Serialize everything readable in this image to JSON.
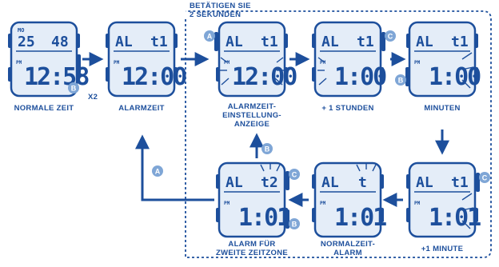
{
  "colors": {
    "blue": "#1d4f9c",
    "light_blue": "#e4edf8",
    "badge": "#7fa6d6",
    "white": "#ffffff"
  },
  "hint": {
    "line1": "BETÄTIGEN SIE",
    "line2": "2 SEKUNDEN"
  },
  "multiplier": "X2",
  "watches": [
    {
      "id": "normal",
      "top": "25",
      "top_right": "48",
      "day": "MO",
      "main": "12:58",
      "pm": "PM",
      "captions": [
        "NORMALE ZEIT"
      ],
      "button": {
        "letter": "B",
        "side": "right"
      }
    },
    {
      "id": "alarm",
      "top": "AL",
      "top_right": "t1",
      "main": "12:00",
      "pm": "PM",
      "captions": [
        "ALARMZEIT"
      ]
    },
    {
      "id": "setting",
      "top": "AL",
      "top_right": "t1",
      "main": "12:00",
      "pm": "PM",
      "captions": [
        "ALARMZEIT-",
        "EINSTELLUNG-",
        "ANZEIGE"
      ],
      "button": {
        "letter": "A",
        "side": "left"
      }
    },
    {
      "id": "hours",
      "top": "AL",
      "top_right": "t1",
      "main": "1:00",
      "pm": "PM",
      "captions": [
        "+ 1 STUNDEN"
      ],
      "button": {
        "letter": "C",
        "side": "right"
      }
    },
    {
      "id": "minutes",
      "top": "AL",
      "top_right": "t1",
      "main": "1:00",
      "pm": "PM",
      "captions": [
        "MINUTEN"
      ],
      "button": {
        "letter": "B",
        "side": "left"
      }
    },
    {
      "id": "plus_minute",
      "top": "AL",
      "top_right": "t1",
      "main": "1:01",
      "pm": "PM",
      "captions": [
        "+1 MINUTE"
      ],
      "button": {
        "letter": "C",
        "side": "right"
      }
    },
    {
      "id": "normal_alarm",
      "top": "AL",
      "top_right": "t",
      "main": "1:01",
      "pm": "PM",
      "captions": [
        "NORMALZEIT-",
        "ALARM"
      ]
    },
    {
      "id": "second_zone",
      "top": "AL",
      "top_right": "t2",
      "main": "1:01",
      "pm": "PM",
      "captions": [
        "ALARM FÜR",
        "ZWEITE ZEITZONE"
      ],
      "buttons": [
        {
          "letter": "C",
          "side": "right"
        },
        {
          "letter": "B",
          "side": "right"
        }
      ]
    }
  ],
  "connector_badges": [
    "B",
    "A"
  ]
}
